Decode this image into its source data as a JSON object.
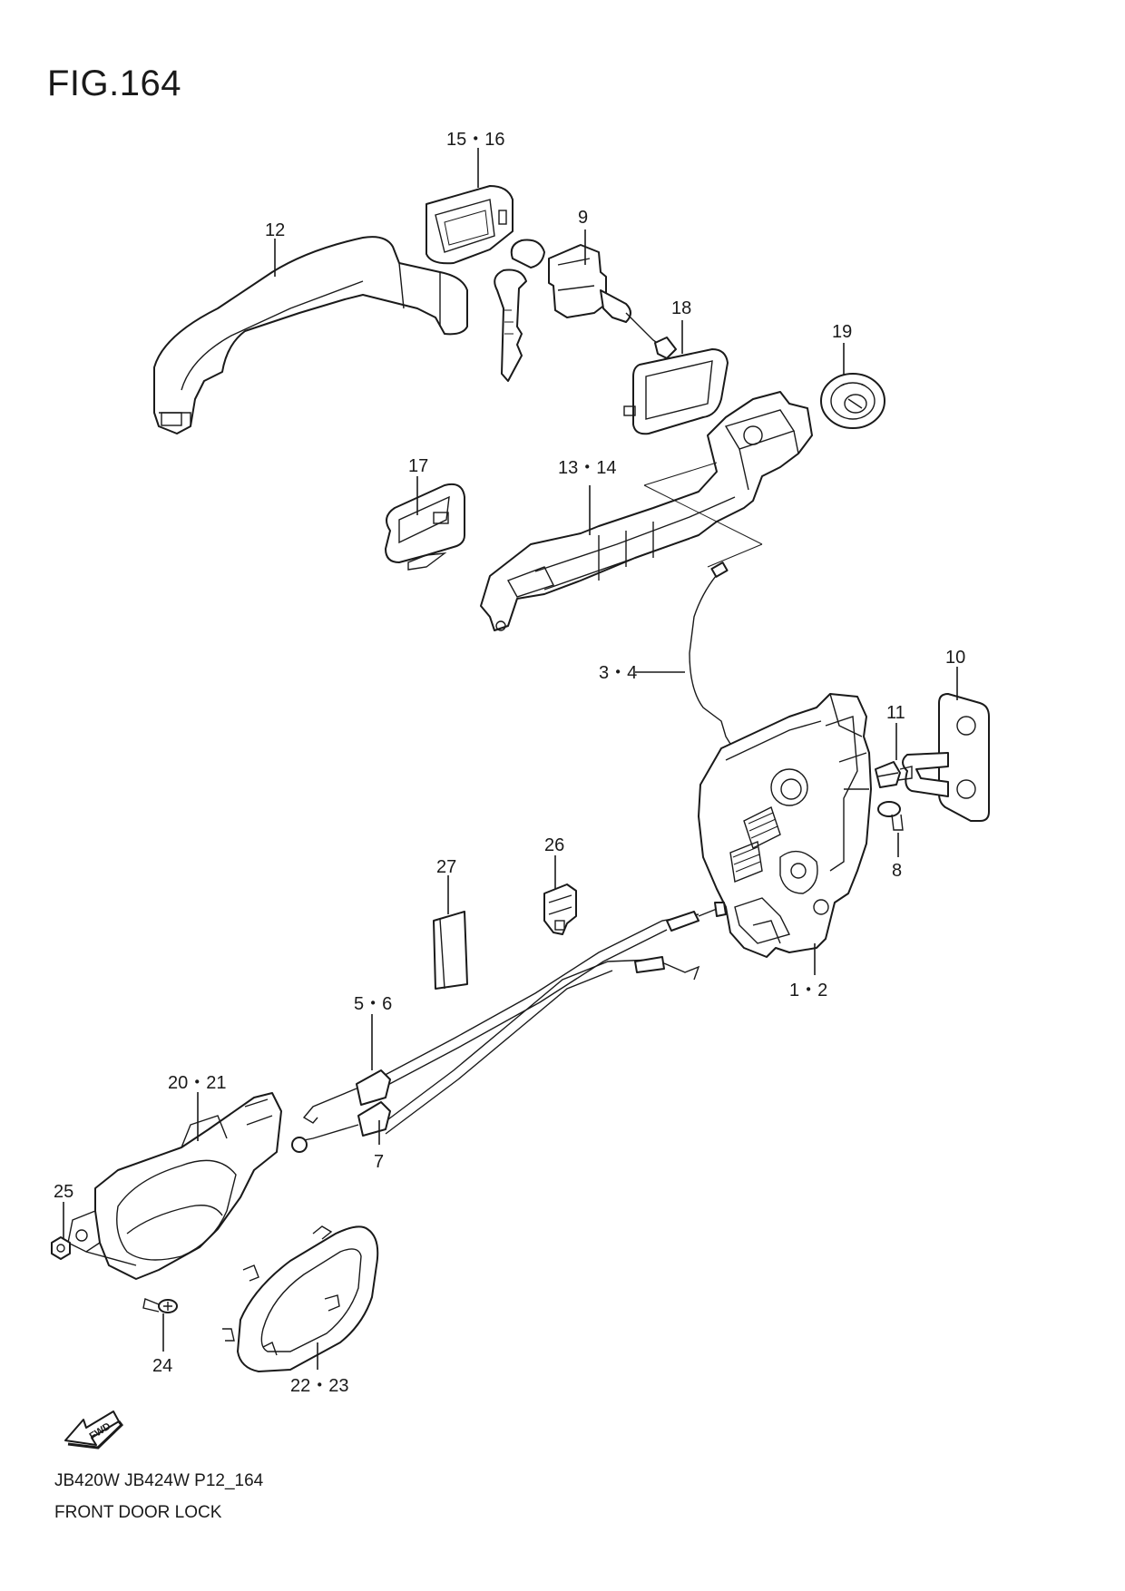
{
  "figure": {
    "title": "FIG.164",
    "model_line": "JB420W JB424W P12_164",
    "caption": "FRONT DOOR LOCK",
    "fwd_label": "FWD"
  },
  "callouts": {
    "c15_16": "15・16",
    "c12": "12",
    "c9": "9",
    "c18": "18",
    "c19": "19",
    "c17": "17",
    "c13_14": "13・14",
    "c3_4": "3・4",
    "c10": "10",
    "c11": "11",
    "c8": "8",
    "c26": "26",
    "c27": "27",
    "c1_2": "1・2",
    "c5_6": "5・6",
    "c20_21": "20・21",
    "c7": "7",
    "c25": "25",
    "c24": "24",
    "c22_23": "22・23"
  }
}
